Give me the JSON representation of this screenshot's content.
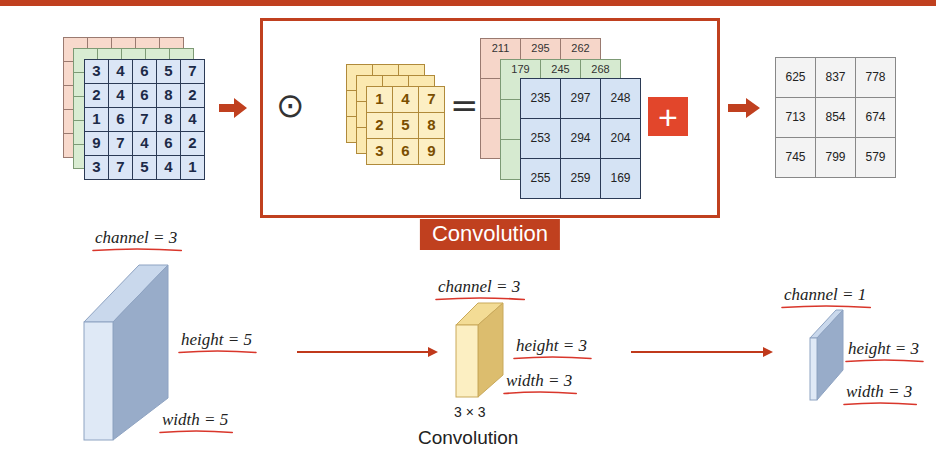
{
  "diagram": {
    "nodes": [
      {
        "text": [
          "Convolution"
        ]
      },
      {
        "text": [
          "+"
        ],
        "in": 0
      }
    ],
    "labels": [
      "3",
      "4",
      "6",
      "5",
      "7",
      "2",
      "4",
      "6",
      "8",
      "2",
      "1",
      "6",
      "7",
      "8",
      "4",
      "9",
      "7",
      "4",
      "6",
      "2",
      "3",
      "7",
      "5",
      "4",
      "1",
      "⊙",
      "1",
      "4",
      "7",
      "2",
      "5",
      "8",
      "3",
      "6",
      "9",
      "=",
      "211",
      "295",
      "262",
      "179",
      "245",
      "268",
      "235",
      "297",
      "248",
      "253",
      "294",
      "204",
      "255",
      "259",
      "169",
      "625",
      "837",
      "778",
      "713",
      "854",
      "674",
      "745",
      "799",
      "579",
      "channel = 3",
      "height = 5",
      "width = 5",
      "channel = 3",
      "height = 3",
      "width = 3",
      "3 × 3",
      "Convolution",
      "channel = 1",
      "height = 3",
      "width = 3"
    ]
  }
}
